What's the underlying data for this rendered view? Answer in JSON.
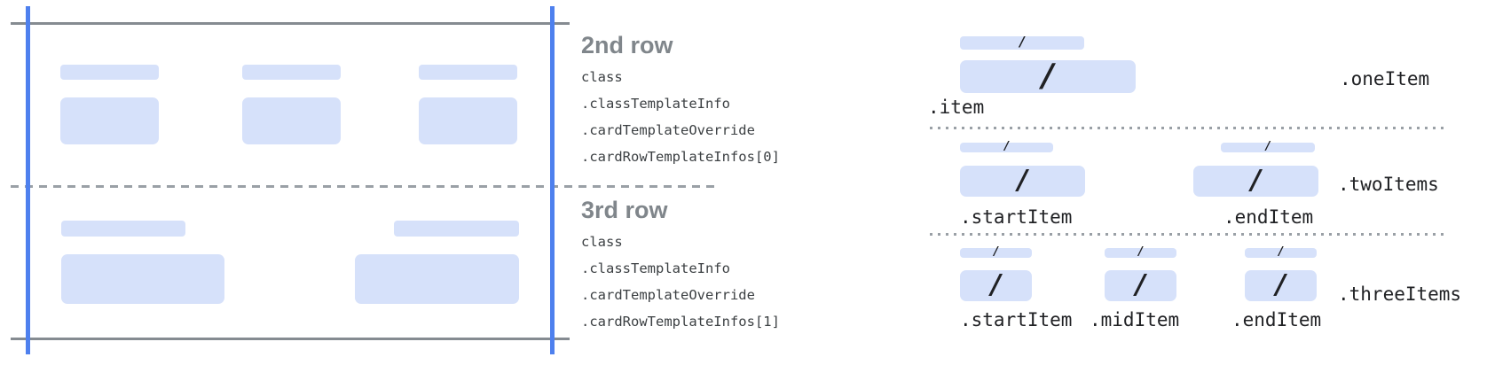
{
  "card_annotations": {
    "row2": {
      "title": "2nd row",
      "code": [
        "class",
        ".classTemplateInfo",
        ".cardTemplateOverride",
        ".cardRowTemplateInfos[0]"
      ]
    },
    "row3": {
      "title": "3rd row",
      "code": [
        "class",
        ".classTemplateInfo",
        ".cardTemplateOverride",
        ".cardRowTemplateInfos[1]"
      ]
    }
  },
  "layouts": {
    "oneItem": {
      "name": ".oneItem",
      "item_labels": [
        ".item"
      ]
    },
    "twoItems": {
      "name": ".twoItems",
      "item_labels": [
        ".startItem",
        ".endItem"
      ]
    },
    "threeItems": {
      "name": ".threeItems",
      "item_labels": [
        ".startItem",
        ".midItem",
        ".endItem"
      ]
    }
  },
  "glyphs": {
    "separator_slash": "/"
  },
  "colors": {
    "placeholder_blue": "#d6e1fa",
    "guide_blue": "#4e80ee",
    "guide_gray": "#858b91",
    "separator_gray": "#9aa0a6",
    "title_gray": "#80868b",
    "code_text": "#3c4043",
    "slash_dark": "#202124"
  }
}
